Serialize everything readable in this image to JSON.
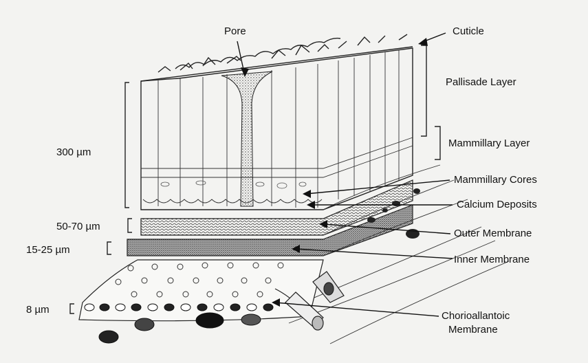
{
  "labels": {
    "pore": "Pore",
    "cuticle": "Cuticle",
    "pallisade": "Pallisade Layer",
    "mammillary_layer": "Mammillary Layer",
    "mammillary_cores": "Mammillary Cores",
    "calcium_deposits": "Calcium Deposits",
    "outer_membrane": "Outer Membrane",
    "inner_membrane": "Inner Membrane",
    "chorioallantoic_1": "Chorioallantoic",
    "chorioallantoic_2": "Membrane"
  },
  "dimensions": {
    "shell": "300 µm",
    "outer": "50-70 µm",
    "inner": "15-25 µm",
    "chorio": "8 µm"
  },
  "colors": {
    "ink": "#222222",
    "background": "#f3f3f1"
  }
}
